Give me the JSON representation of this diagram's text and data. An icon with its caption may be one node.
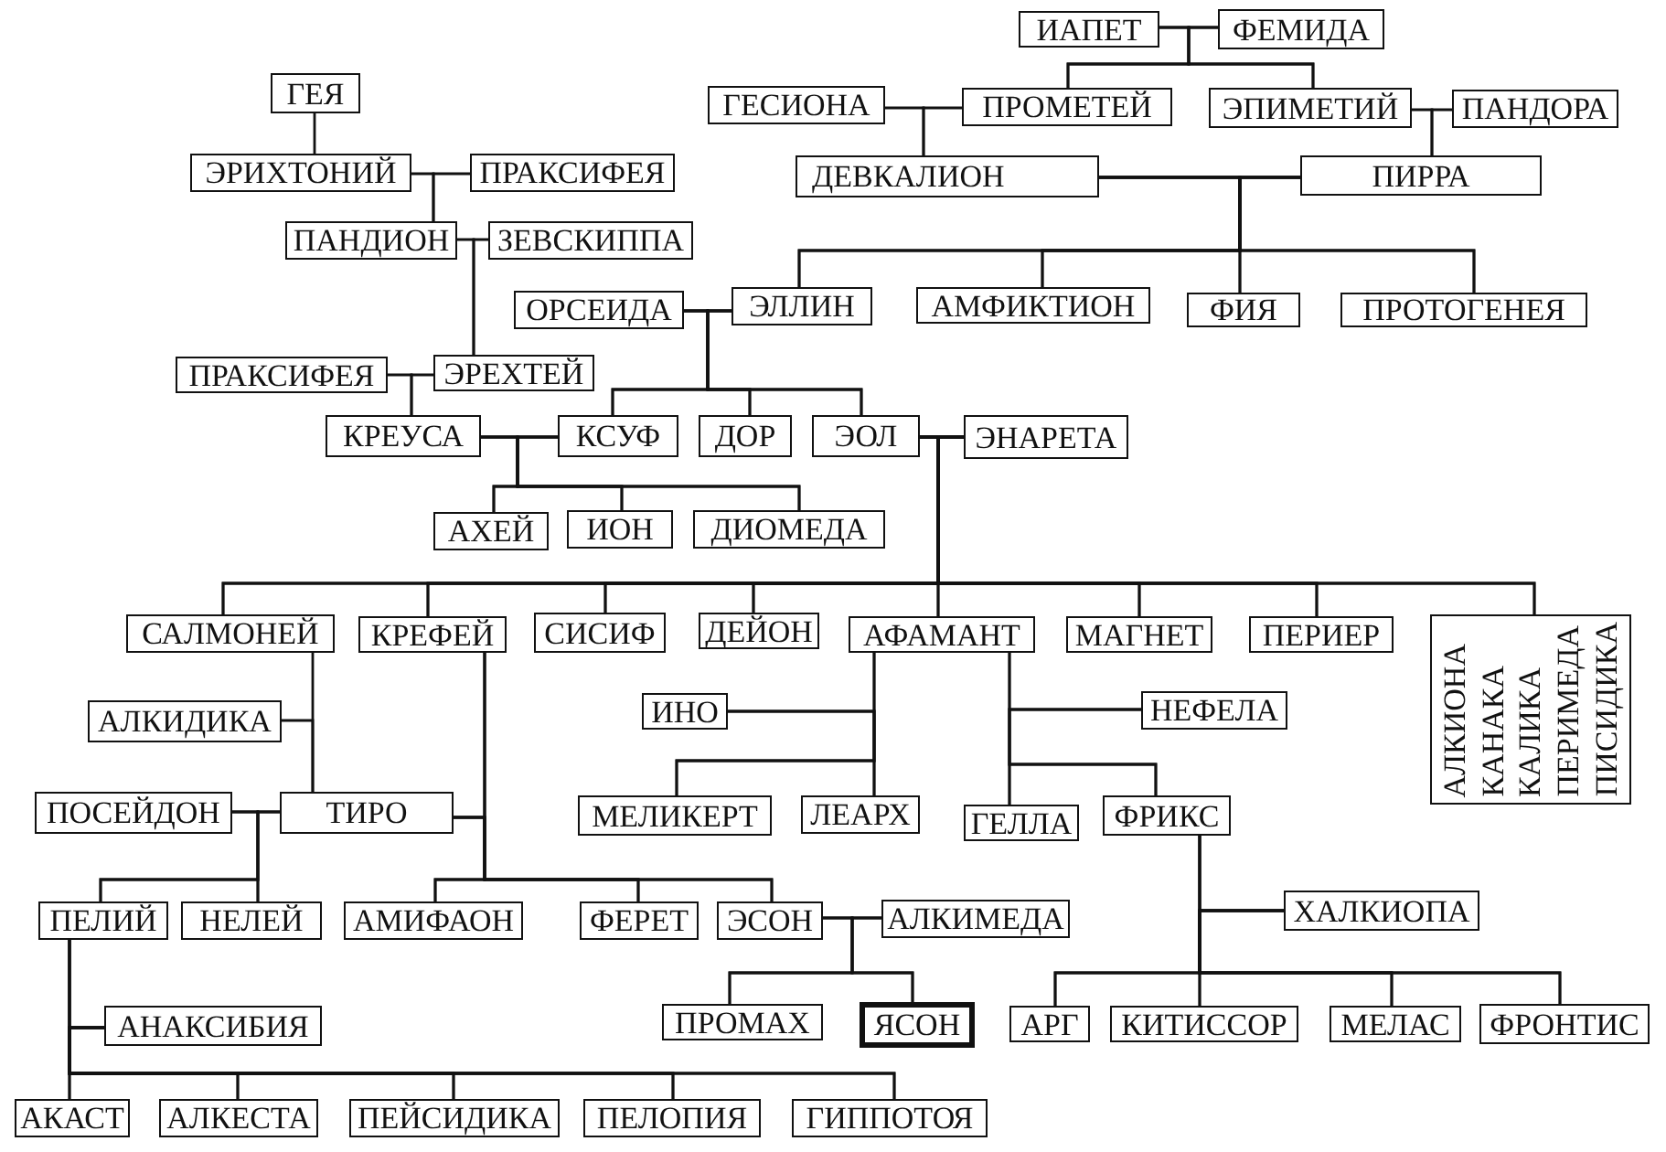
{
  "diagram": {
    "nodes": [
      {
        "text": [
          "ИАПЕТ"
        ]
      },
      {
        "text": [
          "ФЕМИДА"
        ]
      },
      {
        "text": [
          "ГЕЯ"
        ]
      },
      {
        "text": [
          "ГЕСИОНА"
        ]
      },
      {
        "text": [
          "ПРОМЕТЕЙ"
        ]
      },
      {
        "text": [
          "ЭПИМЕТИЙ"
        ]
      },
      {
        "text": [
          "ПАНДОРА"
        ]
      },
      {
        "text": [
          "ЭРИХТОНИЙ"
        ]
      },
      {
        "text": [
          "ПРАКСИФЕЯ"
        ]
      },
      {
        "text": [
          "ДЕВКАЛИОН"
        ]
      },
      {
        "text": [
          "ПИРРА"
        ]
      },
      {
        "text": [
          "ПАНДИОН"
        ]
      },
      {
        "text": [
          "ЗЕВСКИППА"
        ]
      },
      {
        "text": [
          "ОРСЕИДА"
        ]
      },
      {
        "text": [
          "ЭЛЛИН"
        ]
      },
      {
        "text": [
          "АМФИКТИОН"
        ]
      },
      {
        "text": [
          "ФИЯ"
        ]
      },
      {
        "text": [
          "ПРОТОГЕНЕЯ"
        ]
      },
      {
        "text": [
          "ПРАКСИФЕЯ"
        ]
      },
      {
        "text": [
          "ЭРЕХТЕЙ"
        ]
      },
      {
        "text": [
          "КРЕУСА"
        ]
      },
      {
        "text": [
          "КСУФ"
        ]
      },
      {
        "text": [
          "ДОР"
        ]
      },
      {
        "text": [
          "ЭОЛ"
        ]
      },
      {
        "text": [
          "ЭНАРЕТА"
        ]
      },
      {
        "text": [
          "АХЕЙ"
        ]
      },
      {
        "text": [
          "ИОН"
        ]
      },
      {
        "text": [
          "ДИОМЕДА"
        ]
      },
      {
        "text": [
          "САЛМОНЕЙ"
        ]
      },
      {
        "text": [
          "КРЕФЕЙ"
        ]
      },
      {
        "text": [
          "СИСИФ"
        ]
      },
      {
        "text": [
          "ДЕЙОН"
        ]
      },
      {
        "text": [
          "АФАМАНТ"
        ]
      },
      {
        "text": [
          "МАГНЕТ"
        ]
      },
      {
        "text": [
          "ПЕРИЕР"
        ]
      },
      {
        "text": [
          "АЛКИОНА",
          "КАНАКА",
          "КАЛИКА",
          "ПЕРИМЕДА",
          "ПИСИДИКА"
        ]
      },
      {
        "text": [
          "ИНО"
        ]
      },
      {
        "text": [
          "НЕФЕЛА"
        ]
      },
      {
        "text": [
          "АЛКИДИКА"
        ]
      },
      {
        "text": [
          "ПОСЕЙДОН"
        ]
      },
      {
        "text": [
          "ТИРО"
        ]
      },
      {
        "text": [
          "МЕЛИКЕРТ"
        ]
      },
      {
        "text": [
          "ЛЕАРХ"
        ]
      },
      {
        "text": [
          "ГЕЛЛА"
        ]
      },
      {
        "text": [
          "ФРИКС"
        ]
      },
      {
        "text": [
          "ПЕЛИЙ"
        ]
      },
      {
        "text": [
          "НЕЛЕЙ"
        ]
      },
      {
        "text": [
          "АМИФАОН"
        ]
      },
      {
        "text": [
          "ФЕРЕТ"
        ]
      },
      {
        "text": [
          "ЭСОН"
        ]
      },
      {
        "text": [
          "АЛКИМЕДА"
        ]
      },
      {
        "text": [
          "ХАЛКИОПА"
        ]
      },
      {
        "text": [
          "АНАКСИБИЯ"
        ]
      },
      {
        "text": [
          "ПРОМАХ"
        ]
      },
      {
        "text": [
          "ЯСОН"
        ]
      },
      {
        "text": [
          "АРГ"
        ]
      },
      {
        "text": [
          "КИТИССОР"
        ]
      },
      {
        "text": [
          "МЕЛАС"
        ]
      },
      {
        "text": [
          "ФРОНТИС"
        ]
      },
      {
        "text": [
          "АКАСТ"
        ]
      },
      {
        "text": [
          "АЛКЕСТА"
        ]
      },
      {
        "text": [
          "ПЕЙСИДИКА"
        ]
      },
      {
        "text": [
          "ПЕЛОПИЯ"
        ]
      },
      {
        "text": [
          "ГИППОТОЯ"
        ]
      }
    ],
    "edges": [
      {
        "from": 0,
        "to": 4,
        "arrow": "none"
      },
      {
        "from": 1,
        "to": 4,
        "arrow": "none"
      },
      {
        "from": 0,
        "to": 5,
        "arrow": "none"
      },
      {
        "from": 1,
        "to": 5,
        "arrow": "none"
      },
      {
        "from": 3,
        "to": 9,
        "arrow": "none"
      },
      {
        "from": 4,
        "to": 9,
        "arrow": "none"
      },
      {
        "from": 5,
        "to": 10,
        "arrow": "none"
      },
      {
        "from": 6,
        "to": 10,
        "arrow": "none"
      },
      {
        "from": 9,
        "to": 14,
        "arrow": "none"
      },
      {
        "from": 10,
        "to": 14,
        "arrow": "none"
      },
      {
        "from": 9,
        "to": 15,
        "arrow": "none"
      },
      {
        "from": 10,
        "to": 15,
        "arrow": "none"
      },
      {
        "from": 9,
        "to": 16,
        "arrow": "none"
      },
      {
        "from": 10,
        "to": 16,
        "arrow": "none"
      },
      {
        "from": 9,
        "to": 17,
        "arrow": "none"
      },
      {
        "from": 10,
        "to": 17,
        "arrow": "none"
      },
      {
        "from": 2,
        "to": 7,
        "arrow": "none"
      },
      {
        "from": 7,
        "to": 11,
        "arrow": "none"
      },
      {
        "from": 8,
        "to": 11,
        "arrow": "none"
      },
      {
        "from": 11,
        "to": 19,
        "arrow": "none"
      },
      {
        "from": 12,
        "to": 19,
        "arrow": "none"
      },
      {
        "from": 13,
        "to": 21,
        "arrow": "none"
      },
      {
        "from": 14,
        "to": 21,
        "arrow": "none"
      },
      {
        "from": 13,
        "to": 22,
        "arrow": "none"
      },
      {
        "from": 14,
        "to": 22,
        "arrow": "none"
      },
      {
        "from": 13,
        "to": 23,
        "arrow": "none"
      },
      {
        "from": 14,
        "to": 23,
        "arrow": "none"
      },
      {
        "from": 18,
        "to": 20,
        "arrow": "none"
      },
      {
        "from": 19,
        "to": 20,
        "arrow": "none"
      },
      {
        "from": 20,
        "to": 25,
        "arrow": "none"
      },
      {
        "from": 21,
        "to": 25,
        "arrow": "none"
      },
      {
        "from": 20,
        "to": 26,
        "arrow": "none"
      },
      {
        "from": 21,
        "to": 26,
        "arrow": "none"
      },
      {
        "from": 20,
        "to": 27,
        "arrow": "none"
      },
      {
        "from": 21,
        "to": 27,
        "arrow": "none"
      },
      {
        "from": 23,
        "to": 28,
        "arrow": "none"
      },
      {
        "from": 24,
        "to": 28,
        "arrow": "none"
      },
      {
        "from": 23,
        "to": 29,
        "arrow": "none"
      },
      {
        "from": 24,
        "to": 29,
        "arrow": "none"
      },
      {
        "from": 23,
        "to": 30,
        "arrow": "none"
      },
      {
        "from": 24,
        "to": 30,
        "arrow": "none"
      },
      {
        "from": 23,
        "to": 31,
        "arrow": "none"
      },
      {
        "from": 24,
        "to": 31,
        "arrow": "none"
      },
      {
        "from": 23,
        "to": 32,
        "arrow": "none"
      },
      {
        "from": 24,
        "to": 32,
        "arrow": "none"
      },
      {
        "from": 23,
        "to": 33,
        "arrow": "none"
      },
      {
        "from": 24,
        "to": 33,
        "arrow": "none"
      },
      {
        "from": 23,
        "to": 34,
        "arrow": "none"
      },
      {
        "from": 24,
        "to": 34,
        "arrow": "none"
      },
      {
        "from": 23,
        "to": 35,
        "arrow": "none"
      },
      {
        "from": 24,
        "to": 35,
        "arrow": "none"
      },
      {
        "from": 32,
        "to": 41,
        "arrow": "none"
      },
      {
        "from": 36,
        "to": 41,
        "arrow": "none"
      },
      {
        "from": 32,
        "to": 42,
        "arrow": "none"
      },
      {
        "from": 36,
        "to": 42,
        "arrow": "none"
      },
      {
        "from": 32,
        "to": 43,
        "arrow": "none"
      },
      {
        "from": 37,
        "to": 43,
        "arrow": "none"
      },
      {
        "from": 32,
        "to": 44,
        "arrow": "none"
      },
      {
        "from": 37,
        "to": 44,
        "arrow": "none"
      },
      {
        "from": 28,
        "to": 40,
        "arrow": "none"
      },
      {
        "from": 38,
        "to": 40,
        "arrow": "none"
      },
      {
        "from": 39,
        "to": 45,
        "arrow": "none"
      },
      {
        "from": 40,
        "to": 45,
        "arrow": "none"
      },
      {
        "from": 39,
        "to": 46,
        "arrow": "none"
      },
      {
        "from": 40,
        "to": 46,
        "arrow": "none"
      },
      {
        "from": 29,
        "to": 47,
        "arrow": "none"
      },
      {
        "from": 40,
        "to": 47,
        "arrow": "none"
      },
      {
        "from": 29,
        "to": 48,
        "arrow": "none"
      },
      {
        "from": 40,
        "to": 48,
        "arrow": "none"
      },
      {
        "from": 29,
        "to": 49,
        "arrow": "none"
      },
      {
        "from": 40,
        "to": 49,
        "arrow": "none"
      },
      {
        "from": 49,
        "to": 53,
        "arrow": "none"
      },
      {
        "from": 50,
        "to": 53,
        "arrow": "none"
      },
      {
        "from": 49,
        "to": 54,
        "arrow": "none"
      },
      {
        "from": 50,
        "to": 54,
        "arrow": "none"
      },
      {
        "from": 44,
        "to": 55,
        "arrow": "none"
      },
      {
        "from": 51,
        "to": 55,
        "arrow": "none"
      },
      {
        "from": 44,
        "to": 56,
        "arrow": "none"
      },
      {
        "from": 51,
        "to": 56,
        "arrow": "none"
      },
      {
        "from": 44,
        "to": 57,
        "arrow": "none"
      },
      {
        "from": 51,
        "to": 57,
        "arrow": "none"
      },
      {
        "from": 44,
        "to": 58,
        "arrow": "none"
      },
      {
        "from": 51,
        "to": 58,
        "arrow": "none"
      },
      {
        "from": 45,
        "to": 59,
        "arrow": "none"
      },
      {
        "from": 52,
        "to": 59,
        "arrow": "none"
      },
      {
        "from": 45,
        "to": 60,
        "arrow": "none"
      },
      {
        "from": 52,
        "to": 60,
        "arrow": "none"
      },
      {
        "from": 45,
        "to": 61,
        "arrow": "none"
      },
      {
        "from": 52,
        "to": 61,
        "arrow": "none"
      },
      {
        "from": 45,
        "to": 62,
        "arrow": "none"
      },
      {
        "from": 52,
        "to": 62,
        "arrow": "none"
      },
      {
        "from": 45,
        "to": 63,
        "arrow": "none"
      },
      {
        "from": 52,
        "to": 63,
        "arrow": "none"
      }
    ]
  }
}
